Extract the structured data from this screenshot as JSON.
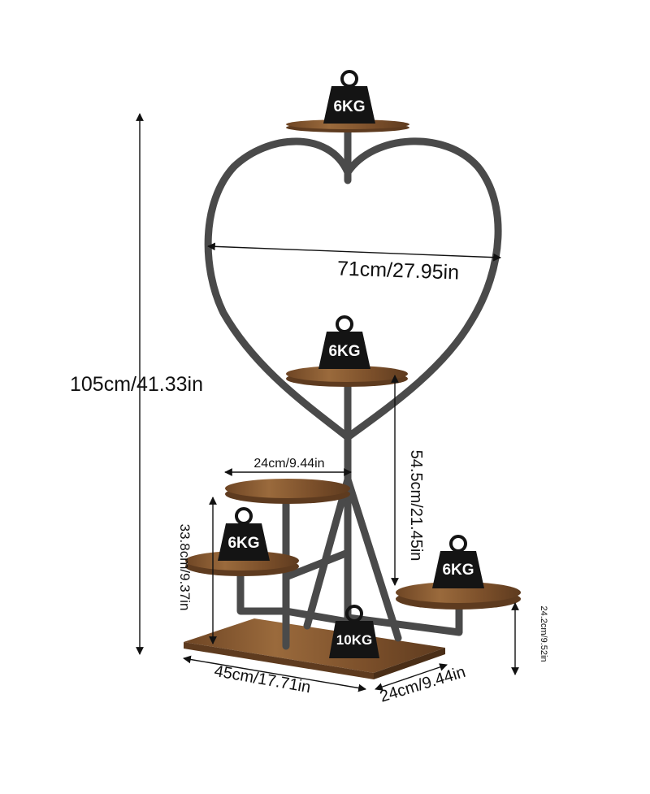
{
  "dimensions": {
    "total_height": "105cm/41.33in",
    "heart_width": "71cm/27.95in",
    "middle_shelf_height": "54.5cm/21.45in",
    "small_shelf_width": "24cm/9.44in",
    "left_shelf_height": "33.8cm/9.37in",
    "right_shelf_height": "24.2cm/9.52in",
    "base_length": "45cm/17.71in",
    "base_depth": "24cm/9.44in"
  },
  "weights": {
    "top_shelf": "6KG",
    "middle_shelf": "6KG",
    "left_shelf": "6KG",
    "right_shelf": "6KG",
    "base": "10KG"
  },
  "colors": {
    "frame": "#4a4a4a",
    "wood": "#8a5a32",
    "wood_dark": "#5e3b1f",
    "weight_icon": "#141414",
    "dimension_line": "#111111"
  }
}
